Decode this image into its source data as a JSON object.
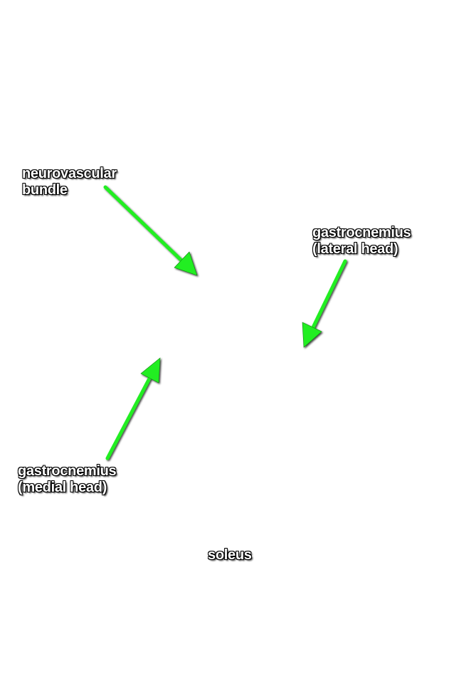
{
  "colors": {
    "background": "#ffffff",
    "arrow": "#22ee22",
    "label_text": "#ffffff",
    "label_outline": "#000000"
  },
  "labels": {
    "neurovascular": {
      "line1": "neurovascular",
      "line2": "bundle"
    },
    "gastroc_lateral": {
      "line1": "gastrocnemius",
      "line2": "(lateral head)"
    },
    "gastroc_medial": {
      "line1": "gastrocnemius",
      "line2": "(medial head)"
    },
    "soleus": {
      "line1": "soleus"
    }
  }
}
